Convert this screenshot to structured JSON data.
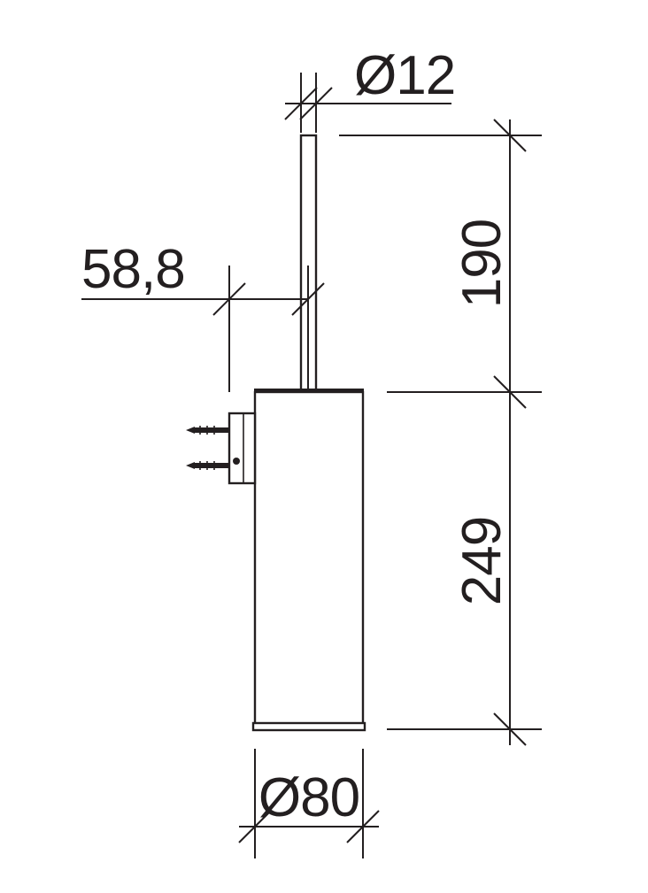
{
  "dimensions": {
    "rod_diameter": "Ø12",
    "wall_offset": "58,8",
    "rod_height": "190",
    "body_height": "249",
    "body_diameter": "Ø80"
  },
  "colors": {
    "line": "#231f20",
    "background": "#ffffff"
  }
}
